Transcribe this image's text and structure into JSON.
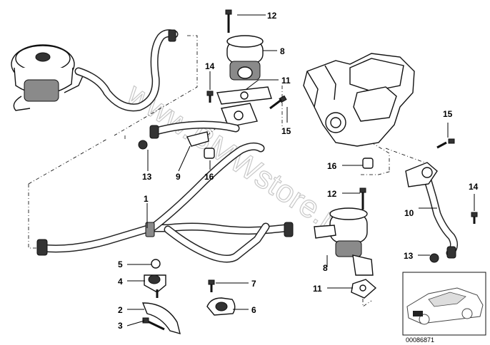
{
  "watermark": "www.BMWstore.ru",
  "image_code": "00086871",
  "callouts": {
    "p1": "1",
    "p2": "2",
    "p3": "3",
    "p4": "4",
    "p5": "5",
    "p6": "6",
    "p7": "7",
    "p8a": "8",
    "p8b": "8",
    "p9": "9",
    "p10": "10",
    "p11a": "11",
    "p11b": "11",
    "p12a": "12",
    "p12b": "12",
    "p13a": "13",
    "p13b": "13",
    "p14a": "14",
    "p14b": "14",
    "p15a": "15",
    "p15b": "15",
    "p16a": "16",
    "p16b": "16"
  }
}
